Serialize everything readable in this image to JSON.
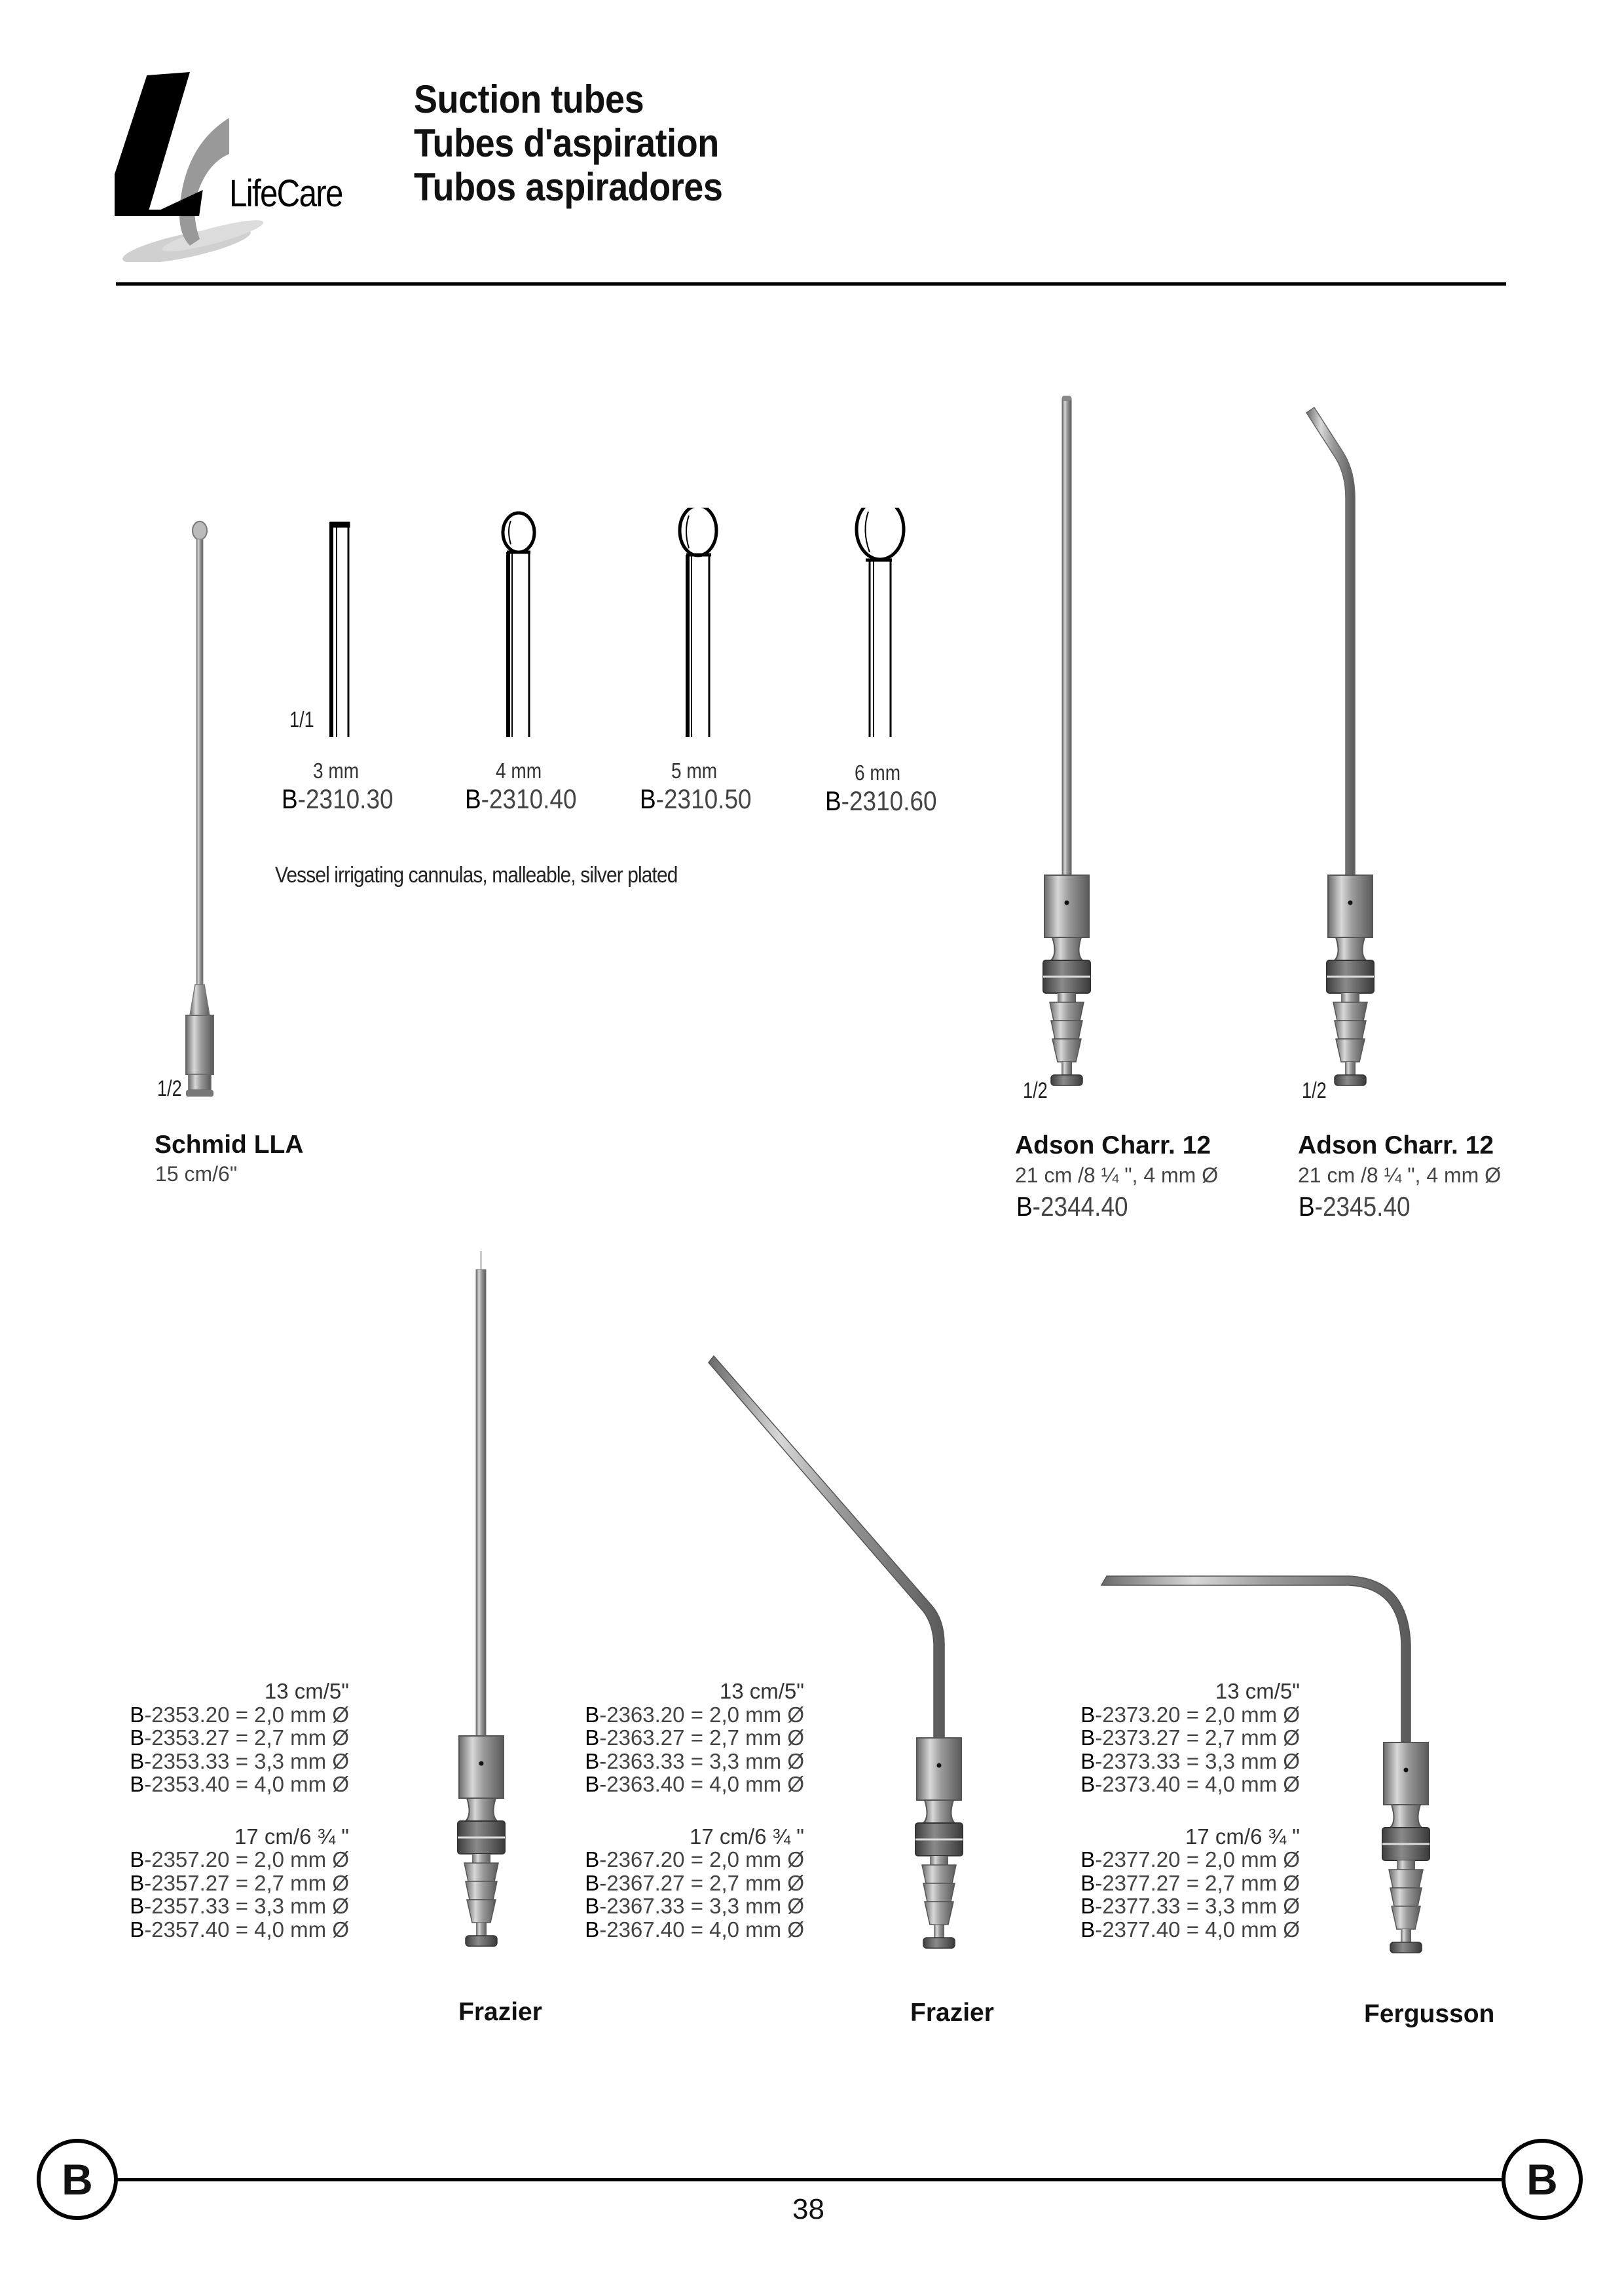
{
  "header": {
    "brand": "LifeCare",
    "titles": [
      "Suction tubes",
      "Tubes d'aspiration",
      "Tubos aspiradores"
    ]
  },
  "cannulas": {
    "scale": "1/1",
    "items": [
      {
        "size": "3 mm",
        "prefix": "B",
        "code": "-2310.30"
      },
      {
        "size": "4 mm",
        "prefix": "B",
        "code": "-2310.40"
      },
      {
        "size": "5 mm",
        "prefix": "B",
        "code": "-2310.50"
      },
      {
        "size": "6 mm",
        "prefix": "B",
        "code": "-2310.60"
      }
    ],
    "description": "Vessel irrigating cannulas, malleable, silver plated"
  },
  "schmid": {
    "scale": "1/2",
    "name": "Schmid LLA",
    "length": "15 cm/6\""
  },
  "adson": [
    {
      "scale": "1/2",
      "name": "Adson Charr. 12",
      "spec": "21 cm /8 ¼ \", 4 mm Ø",
      "prefix": "B",
      "code": "-2344.40"
    },
    {
      "scale": "1/2",
      "name": "Adson Charr. 12",
      "spec": "21 cm /8 ¼ \", 4 mm Ø",
      "prefix": "B",
      "code": "-2345.40"
    }
  ],
  "frazier_straight": {
    "name": "Frazier",
    "group13": {
      "length": "13 cm/5\"",
      "rows": [
        {
          "prefix": "B",
          "code": "-2353.20",
          "dia": "= 2,0 mm Ø"
        },
        {
          "prefix": "B",
          "code": "-2353.27",
          "dia": "= 2,7 mm Ø"
        },
        {
          "prefix": "B",
          "code": "-2353.33",
          "dia": "= 3,3 mm Ø"
        },
        {
          "prefix": "B",
          "code": "-2353.40",
          "dia": "= 4,0 mm Ø"
        }
      ]
    },
    "group17": {
      "length": "17 cm/6 ¾ \"",
      "rows": [
        {
          "prefix": "B",
          "code": "-2357.20",
          "dia": "= 2,0 mm Ø"
        },
        {
          "prefix": "B",
          "code": "-2357.27",
          "dia": "= 2,7 mm Ø"
        },
        {
          "prefix": "B",
          "code": "-2357.33",
          "dia": "= 3,3 mm Ø"
        },
        {
          "prefix": "B",
          "code": "-2357.40",
          "dia": "= 4,0 mm Ø"
        }
      ]
    }
  },
  "frazier_angled": {
    "name": "Frazier",
    "group13": {
      "length": "13 cm/5\"",
      "rows": [
        {
          "prefix": "B",
          "code": "-2363.20",
          "dia": "= 2,0 mm Ø"
        },
        {
          "prefix": "B",
          "code": "-2363.27",
          "dia": "= 2,7 mm Ø"
        },
        {
          "prefix": "B",
          "code": "-2363.33",
          "dia": "= 3,3 mm Ø"
        },
        {
          "prefix": "B",
          "code": "-2363.40",
          "dia": "= 4,0 mm Ø"
        }
      ]
    },
    "group17": {
      "length": "17 cm/6 ¾ \"",
      "rows": [
        {
          "prefix": "B",
          "code": "-2367.20",
          "dia": "= 2,0 mm Ø"
        },
        {
          "prefix": "B",
          "code": "-2367.27",
          "dia": "= 2,7 mm Ø"
        },
        {
          "prefix": "B",
          "code": "-2367.33",
          "dia": "= 3,3 mm Ø"
        },
        {
          "prefix": "B",
          "code": "-2367.40",
          "dia": "= 4,0 mm Ø"
        }
      ]
    }
  },
  "fergusson": {
    "name": "Fergusson",
    "group13": {
      "length": "13 cm/5\"",
      "rows": [
        {
          "prefix": "B",
          "code": "-2373.20",
          "dia": "= 2,0 mm Ø"
        },
        {
          "prefix": "B",
          "code": "-2373.27",
          "dia": "= 2,7 mm Ø"
        },
        {
          "prefix": "B",
          "code": "-2373.33",
          "dia": "= 3,3 mm Ø"
        },
        {
          "prefix": "B",
          "code": "-2373.40",
          "dia": "= 4,0 mm Ø"
        }
      ]
    },
    "group17": {
      "length": "17 cm/6 ¾ \"",
      "rows": [
        {
          "prefix": "B",
          "code": "-2377.20",
          "dia": "= 2,0 mm Ø"
        },
        {
          "prefix": "B",
          "code": "-2377.27",
          "dia": "= 2,7 mm Ø"
        },
        {
          "prefix": "B",
          "code": "-2377.33",
          "dia": "= 3,3 mm Ø"
        },
        {
          "prefix": "B",
          "code": "-2377.40",
          "dia": "= 4,0 mm Ø"
        }
      ]
    }
  },
  "footer": {
    "section_letter": "B",
    "page_number": "38"
  }
}
